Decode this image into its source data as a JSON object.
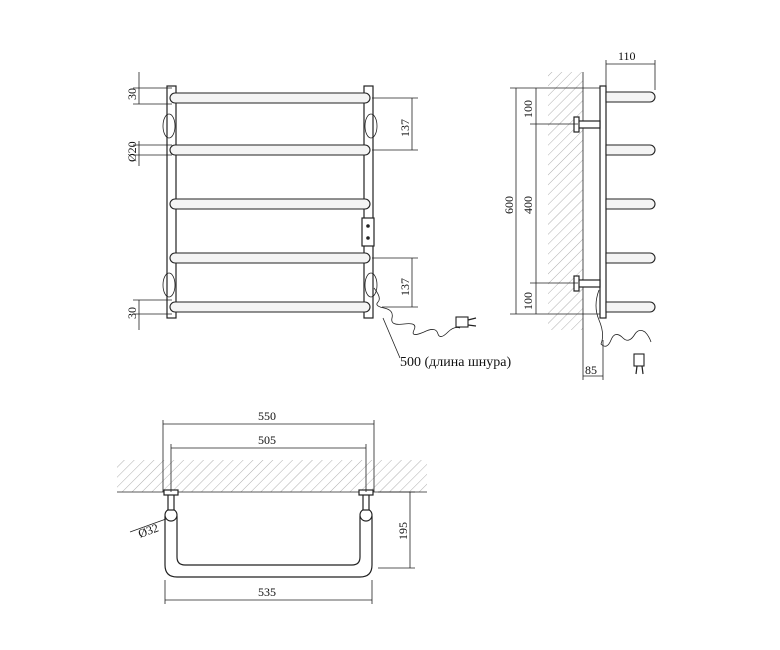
{
  "front": {
    "dims": {
      "top_offset": "30",
      "tube_dia": "Ø20",
      "pitch_top": "137",
      "pitch_bottom": "137",
      "bottom_offset": "30"
    },
    "cord_note": "500 (длина шнура)"
  },
  "side": {
    "dims": {
      "depth": "110",
      "height": "600",
      "top_to_mount": "100",
      "mount_spacing": "400",
      "mount_to_bottom": "100",
      "wall_gap": "85"
    }
  },
  "top": {
    "dims": {
      "outer_width": "550",
      "mount_centers": "505",
      "bar_width": "535",
      "collector_dia": "Ø32",
      "projection": "195"
    }
  }
}
